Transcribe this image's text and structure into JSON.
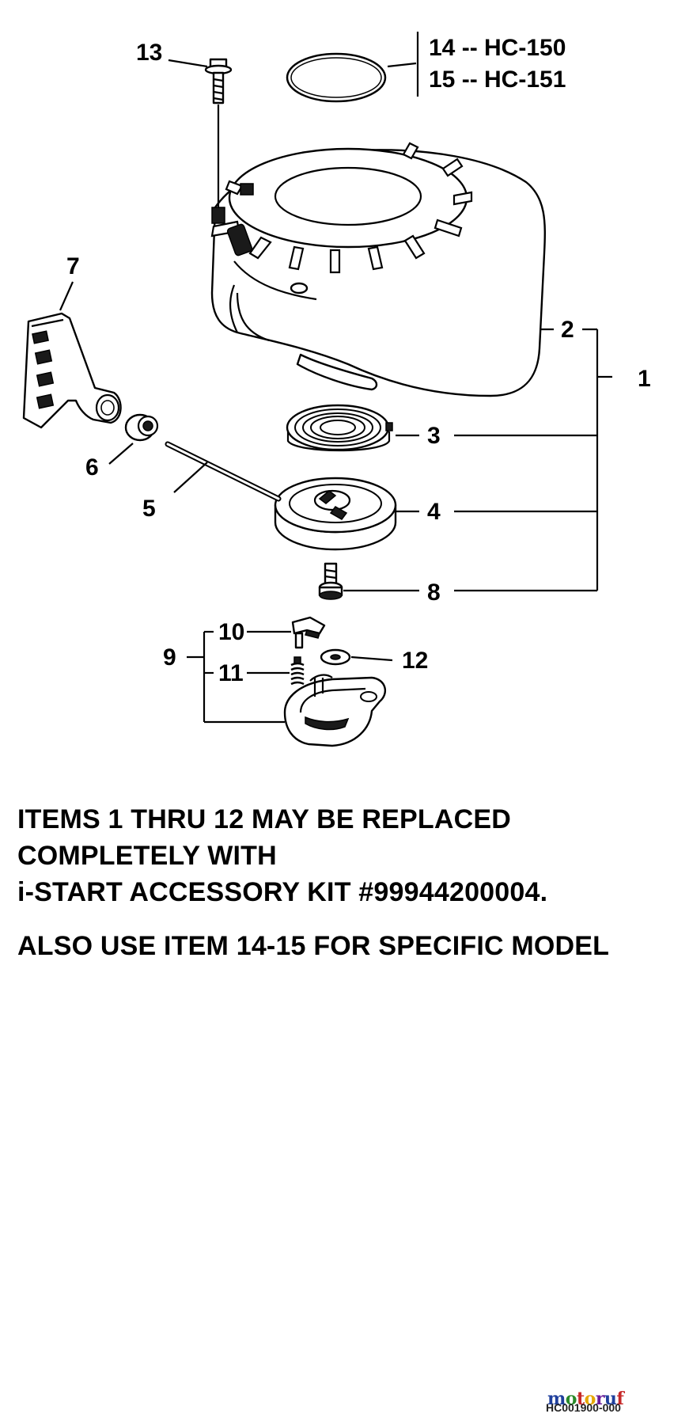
{
  "callouts": [
    "1",
    "2",
    "3",
    "4",
    "5",
    "6",
    "7",
    "8",
    "9",
    "10",
    "11",
    "12",
    "13"
  ],
  "model_refs": [
    "14 -- HC-150",
    "15 -- HC-151"
  ],
  "notes": {
    "line1": "ITEMS 1 THRU 12 MAY BE REPLACED",
    "line2": "COMPLETELY  WITH",
    "line3": "i-START ACCESSORY KIT #99944200004.",
    "line4": "ALSO USE ITEM 14-15  FOR SPECIFIC MODEL"
  },
  "footer": {
    "drawing_code": "HC001900-000",
    "logo_text": "motoruf",
    "logo_colors": [
      "#1f3f9c",
      "#2a8a2a",
      "#c62828",
      "#e6a700",
      "#6a1b9a",
      "#1f3f9c",
      "#c62828"
    ]
  }
}
